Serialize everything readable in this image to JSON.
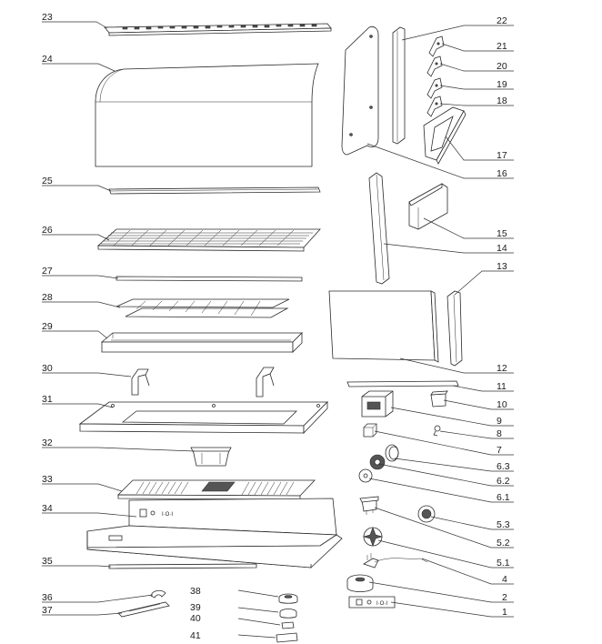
{
  "diagram": {
    "labels": [
      "23",
      "24",
      "25",
      "26",
      "27",
      "28",
      "29",
      "30",
      "31",
      "32",
      "33",
      "34",
      "35",
      "36",
      "37",
      "38",
      "39",
      "40",
      "41",
      "22",
      "21",
      "20",
      "19",
      "18",
      "17",
      "16",
      "15",
      "14",
      "13",
      "12",
      "11",
      "10",
      "9",
      "8",
      "7",
      "6.3",
      "6.2",
      "6.1",
      "5.3",
      "5.2",
      "5.1",
      "4",
      "2",
      "1"
    ]
  }
}
